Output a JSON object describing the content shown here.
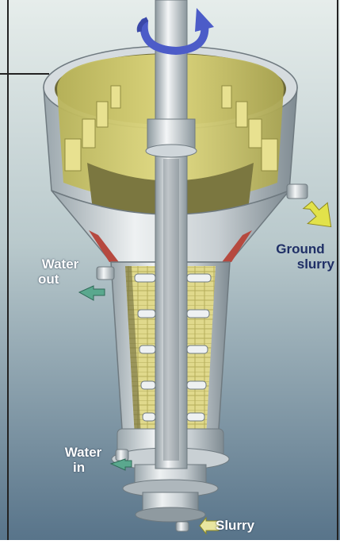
{
  "labels": {
    "water_out": [
      "Water",
      "out"
    ],
    "ground_slurry": [
      "Ground",
      "slurry"
    ],
    "water_in": [
      "Water",
      "in"
    ],
    "slurry": "Slurry"
  },
  "colors": {
    "background_top": "#e3ebe9",
    "background_bottom": "#5e7a8a",
    "steel_light": "#dfe4e6",
    "steel_dark": "#7d8a92",
    "liner_yellow": "#cfc86a",
    "rotation_arrow": "#4c5cc8",
    "ground_slurry_arrow": "#e2e24a",
    "water_arrow": "#5aa88e",
    "slurry_arrow": "#e9e6a0",
    "label_white": "#ffffff",
    "label_navy": "#1f2f66"
  }
}
